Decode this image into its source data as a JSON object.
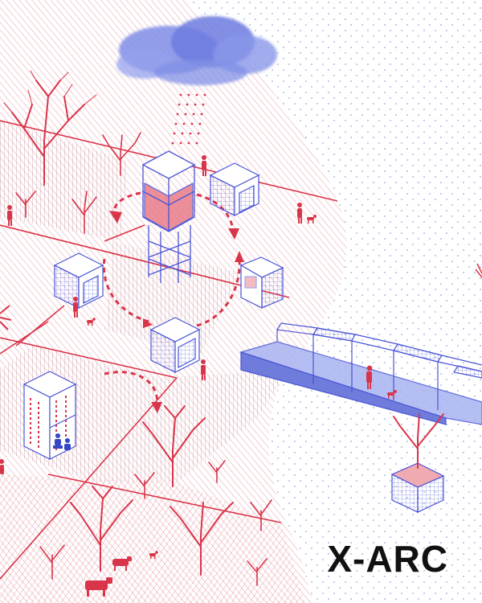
{
  "brand": {
    "label": "X-ARC"
  },
  "colors": {
    "red": "#d9354a",
    "red_soft": "#f0aab2",
    "red_fill": "#e87c89",
    "blue": "#4a55d6",
    "blue_cloud": "#7f8de6",
    "dot": "#9aa8d6",
    "paper": "#ffffff"
  },
  "scene": {
    "cloud": "rain-cloud",
    "tower": "water-tower",
    "cabins": [
      "cabin",
      "cabin",
      "cabin",
      "cabin",
      "cabin",
      "vertical-farm-tower"
    ],
    "bridge": "elevated-walkway",
    "planter": "tree-planter-box",
    "animals": [
      "dog",
      "dog",
      "dog",
      "dog",
      "cow",
      "cow"
    ],
    "people": [
      "person",
      "person",
      "person",
      "person",
      "person",
      "person",
      "person"
    ]
  }
}
